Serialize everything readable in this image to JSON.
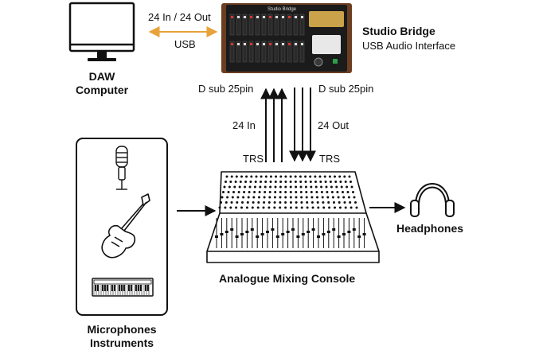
{
  "computer": {
    "line1": "DAW",
    "line2": "Computer"
  },
  "usb_link": {
    "top": "24 In / 24 Out",
    "bottom": "USB"
  },
  "interface": {
    "name": "Studio Bridge",
    "subtitle": "USB Audio Interface",
    "panel_text": "Studio Bridge"
  },
  "connectors": {
    "dsub_left": "D sub 25pin",
    "dsub_right": "D sub 25pin",
    "in_label": "24 In",
    "out_label": "24 Out",
    "trs_left": "TRS",
    "trs_right": "TRS"
  },
  "console": {
    "label": "Analogue Mixing Console"
  },
  "headphones": {
    "label": "Headphones"
  },
  "sources": {
    "line1": "Microphones",
    "line2": "Instruments"
  },
  "colors": {
    "usb_arrow": "#e8a23a",
    "device_wood": "#6b3e22",
    "device_panel": "#1b1b1b",
    "accent_gold": "#c9a24a"
  }
}
